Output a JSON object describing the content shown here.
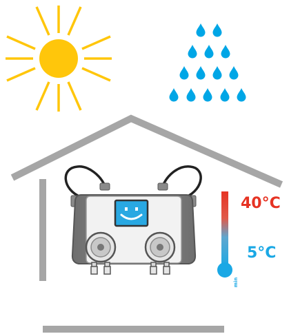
{
  "thermometer": {
    "max_label": "40°C",
    "min_label": "5°C",
    "min_marker": "min"
  },
  "colors": {
    "sun": "#FFC60B",
    "rain": "#00A6E6",
    "house": "#A6A6A6",
    "pump_body": "#7A7A7A",
    "pump_face": "#F2F2F2",
    "screen": "#29A8E2",
    "temp_hot": "#E63323",
    "temp_cold": "#1AA8E5"
  },
  "icons": {
    "sun": "sun-icon",
    "rain": "raindrops-icon",
    "house": "house-outline-icon",
    "pump": "peristaltic-pump-icon",
    "thermometer": "thermometer-icon"
  }
}
